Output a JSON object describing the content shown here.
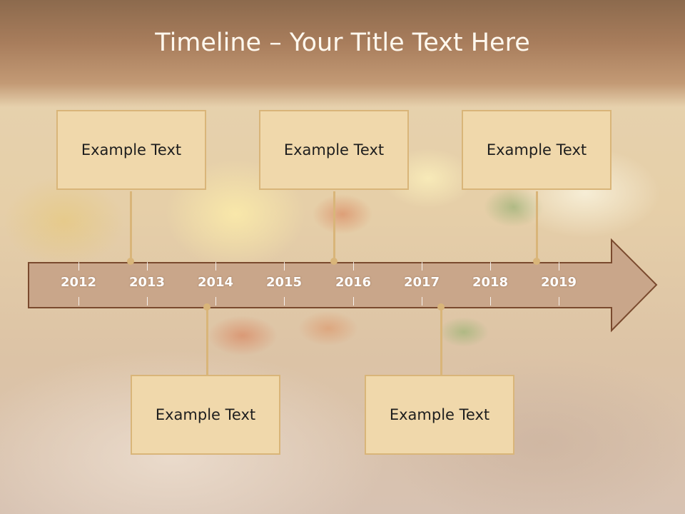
{
  "slide": {
    "title": "Timeline – Your Title Text Here"
  },
  "timeline": {
    "years": [
      "2012",
      "2013",
      "2014",
      "2015",
      "2016",
      "2017",
      "2018",
      "2019"
    ],
    "arrow_color": "#c9a68a",
    "card_color": "#f0d8ab",
    "connector_color": "#d9b579"
  },
  "events": {
    "top": [
      {
        "text": "Example Text"
      },
      {
        "text": "Example Text"
      },
      {
        "text": "Example Text"
      }
    ],
    "bottom": [
      {
        "text": "Example Text"
      },
      {
        "text": "Example Text"
      }
    ]
  }
}
